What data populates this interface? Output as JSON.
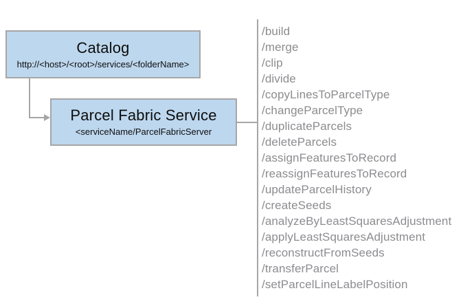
{
  "catalog": {
    "title": "Catalog",
    "subtitle": "http://<host>/<root>/services/<folderName>"
  },
  "service": {
    "title": "Parcel Fabric Service",
    "subtitle": "<serviceName/ParcelFabricServer"
  },
  "endpoints": [
    "/build",
    "/merge",
    "/clip",
    "/divide",
    "/copyLinesToParcelType",
    "/changeParcelType",
    "/duplicateParcels",
    "/deleteParcels",
    "/assignFeaturesToRecord",
    "/reassignFeaturesToRecord",
    "/updateParcelHistory",
    "/createSeeds",
    "/analyzeByLeastSquaresAdjustment",
    "/applyLeastSquaresAdjustment",
    "/reconstructFromSeeds",
    "/transferParcel",
    "/setParcelLineLabelPosition"
  ],
  "colors": {
    "box_fill": "#bdd7ee",
    "box_border": "#a6a6a6",
    "connector": "#a6a6a6",
    "endpoint_text": "#8c8c90",
    "box_text": "#0d0d0d"
  }
}
